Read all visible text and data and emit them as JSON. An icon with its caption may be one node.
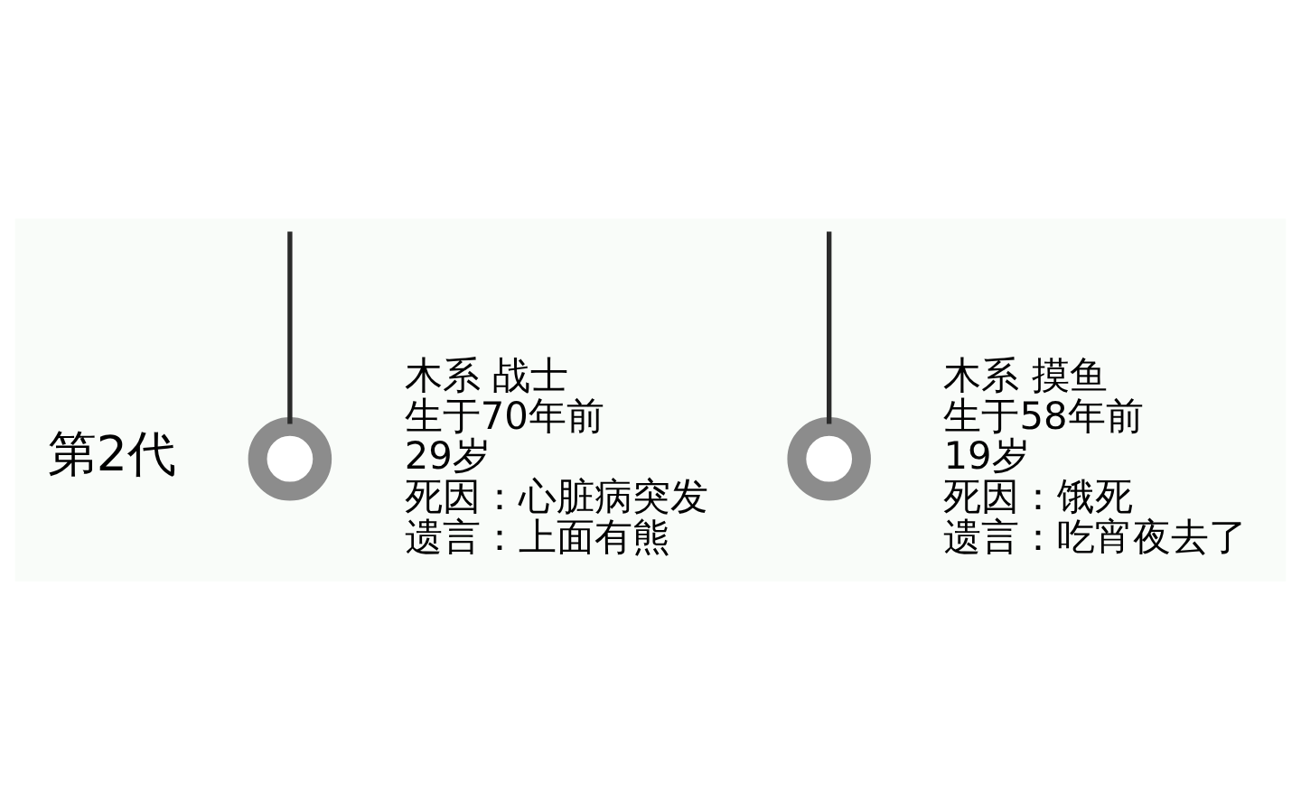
{
  "diagram": {
    "nodes": [
      {
        "text": [],
        "shape": "circle",
        "beside": [
          "木系 战士",
          "生于70年前",
          "29岁",
          "死因：心脏病突发",
          "遗言：上面有熊"
        ]
      },
      {
        "text": [],
        "shape": "circle",
        "beside": [
          "木系 摸鱼",
          "生于58年前",
          "19岁",
          "死因：饿死",
          "遗言：吃宵夜去了"
        ]
      }
    ],
    "edges": [
      {
        "from": null,
        "to": 0,
        "arrow": "none"
      },
      {
        "from": null,
        "to": 1,
        "arrow": "none"
      }
    ],
    "labels": [
      "第2代"
    ]
  }
}
